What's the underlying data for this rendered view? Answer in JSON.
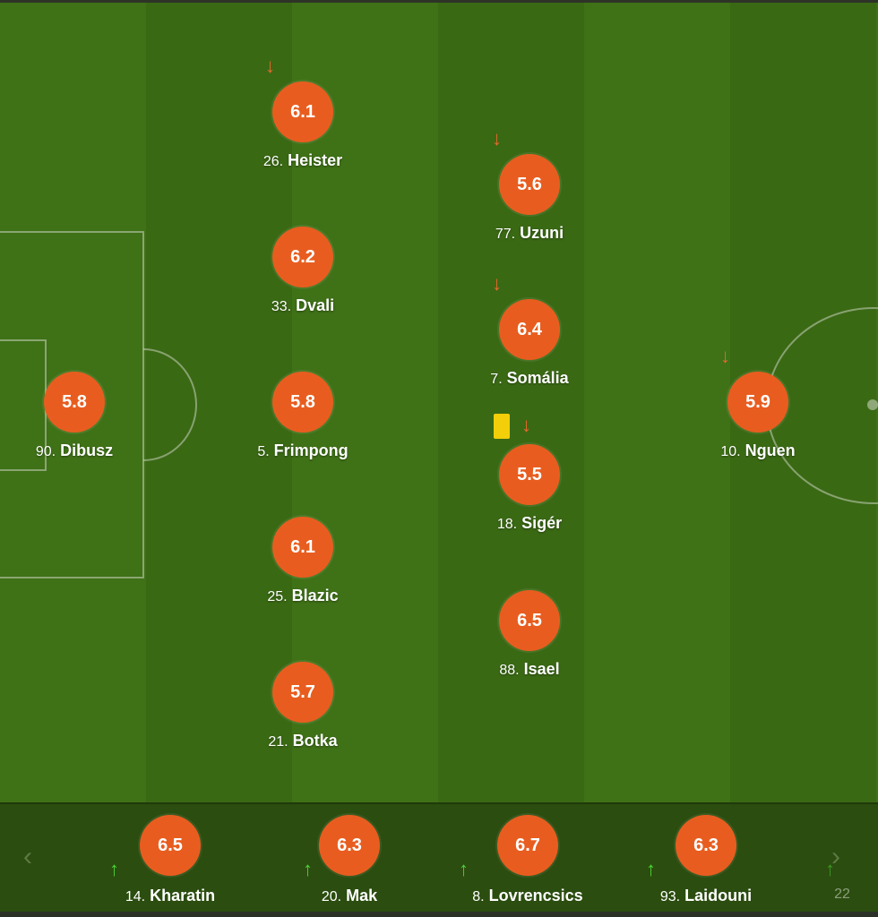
{
  "starters": [
    {
      "number": "90.",
      "name": "Dibusz",
      "rating": "5.8",
      "sub_off": false,
      "yellow": false
    },
    {
      "number": "26.",
      "name": "Heister",
      "rating": "6.1",
      "sub_off": true,
      "yellow": false
    },
    {
      "number": "33.",
      "name": "Dvali",
      "rating": "6.2",
      "sub_off": false,
      "yellow": false
    },
    {
      "number": "5.",
      "name": "Frimpong",
      "rating": "5.8",
      "sub_off": false,
      "yellow": false
    },
    {
      "number": "25.",
      "name": "Blazic",
      "rating": "6.1",
      "sub_off": false,
      "yellow": false
    },
    {
      "number": "21.",
      "name": "Botka",
      "rating": "5.7",
      "sub_off": false,
      "yellow": false
    },
    {
      "number": "77.",
      "name": "Uzuni",
      "rating": "5.6",
      "sub_off": true,
      "yellow": false
    },
    {
      "number": "7.",
      "name": "Somália",
      "rating": "6.4",
      "sub_off": true,
      "yellow": false
    },
    {
      "number": "18.",
      "name": "Sigér",
      "rating": "5.5",
      "sub_off": true,
      "yellow": true
    },
    {
      "number": "88.",
      "name": "Isael",
      "rating": "6.5",
      "sub_off": false,
      "yellow": false
    },
    {
      "number": "10.",
      "name": "Nguen",
      "rating": "5.9",
      "sub_off": true,
      "yellow": false
    }
  ],
  "substitutes": [
    {
      "number": "14.",
      "name": "Kharatin",
      "rating": "6.5"
    },
    {
      "number": "20.",
      "name": "Mak",
      "rating": "6.3"
    },
    {
      "number": "8.",
      "name": "Lovrencsics",
      "rating": "6.7"
    },
    {
      "number": "93.",
      "name": "Laidouni",
      "rating": "6.3"
    },
    {
      "number": "22",
      "name": "",
      "rating": ""
    }
  ],
  "icons": {
    "sub_off": "arrow-down-icon",
    "sub_on": "arrow-up-icon",
    "card": "yellow-card-icon",
    "prev": "chevron-left-icon",
    "next": "chevron-right-icon"
  },
  "colors": {
    "rating_badge": "#e85d1f",
    "sub_off_arrow": "#e8682c",
    "sub_on_arrow": "#4cd337",
    "yellow_card": "#f2cf08",
    "pitch_light": "#3f7117",
    "pitch_dark": "#3a6914"
  }
}
